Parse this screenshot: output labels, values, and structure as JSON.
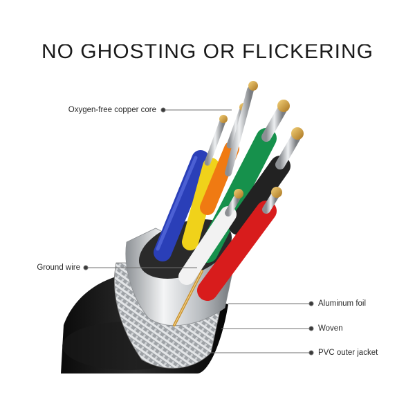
{
  "headline": "NO GHOSTING OR FLICKERING",
  "callouts": {
    "copper_core": "Oxygen-free copper core",
    "ground_wire": "Ground wire",
    "aluminum_foil": "Aluminum foil",
    "woven": "Woven",
    "pvc_jacket": "PVC outer jacket"
  },
  "colors": {
    "jacket": "#141414",
    "braid": "#b9bcc0",
    "foil": "#d6d9dc",
    "wire_blue": "#2a3fb8",
    "wire_yellow": "#f0d21a",
    "wire_orange": "#f07a12",
    "wire_green": "#16914c",
    "wire_black": "#222222",
    "wire_red": "#d81c1c",
    "wire_white": "#f2f2f2",
    "copper": "#d9a441",
    "ground": "#c8912e",
    "callout_line": "#6f6f6f"
  }
}
